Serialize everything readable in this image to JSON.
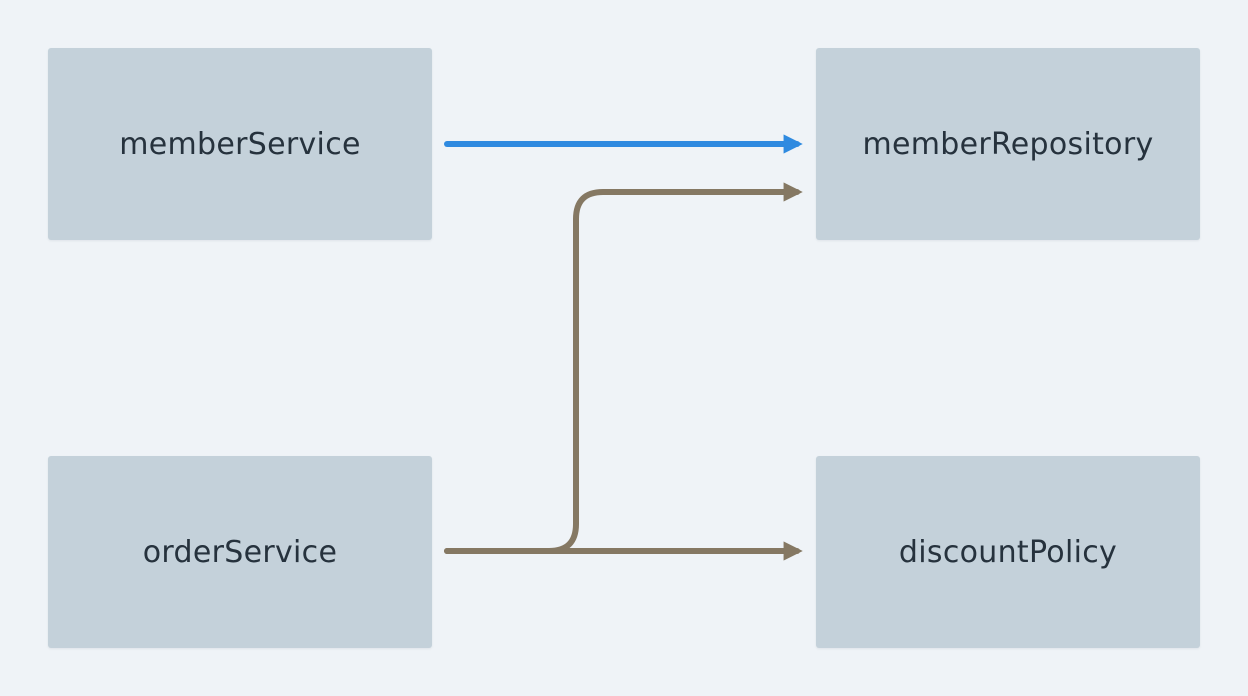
{
  "nodes": {
    "member_service": {
      "label": "memberService"
    },
    "member_repository": {
      "label": "memberRepository"
    },
    "order_service": {
      "label": "orderService"
    },
    "discount_policy": {
      "label": "discountPolicy"
    }
  },
  "edges": [
    {
      "from": "memberService",
      "to": "memberRepository",
      "color": "#2f8ae0"
    },
    {
      "from": "orderService",
      "to": "memberRepository",
      "color": "#857863"
    },
    {
      "from": "orderService",
      "to": "discountPolicy",
      "color": "#857863"
    }
  ],
  "colors": {
    "background": "#eff3f7",
    "node_fill": "#c4d1da",
    "label_text": "#26323d"
  }
}
